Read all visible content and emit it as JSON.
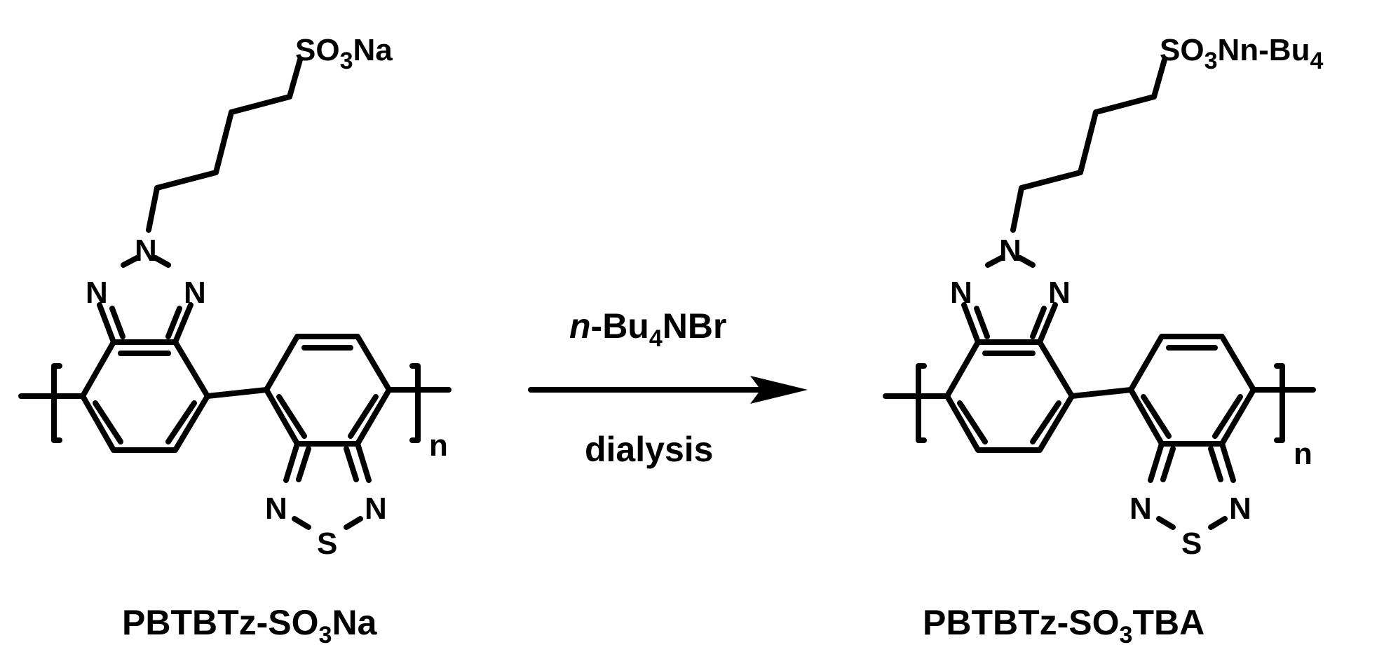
{
  "reactant": {
    "side_group": {
      "main": "SO",
      "sub": "3",
      "tail": "Na"
    },
    "atoms": {
      "n_top": "N",
      "n_left": "N",
      "n_right": "N",
      "n_btd_left": "N",
      "n_btd_right": "N",
      "s": "S"
    },
    "repeat": "n",
    "name": {
      "main": "PBTBTz-SO",
      "sub": "3",
      "tail": "Na"
    }
  },
  "product": {
    "side_group": {
      "main": "SO",
      "sub": "3",
      "tail": "Nn-Bu",
      "sub2": "4"
    },
    "atoms": {
      "n_top": "N",
      "n_left": "N",
      "n_right": "N",
      "n_btd_left": "N",
      "n_btd_right": "N",
      "s": "S"
    },
    "repeat": "n",
    "name": {
      "main": "PBTBTz-SO",
      "sub": "3",
      "tail": "TBA"
    }
  },
  "conditions": {
    "above": {
      "prefix": "n",
      "main": "-Bu",
      "sub": "4",
      "tail": "NBr"
    },
    "below": "dialysis"
  }
}
